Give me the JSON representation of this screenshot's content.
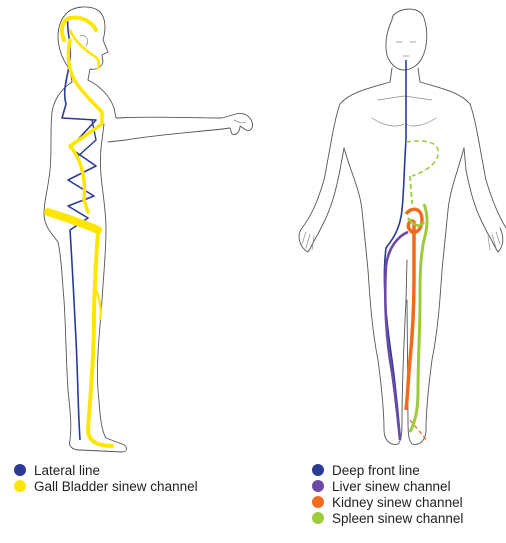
{
  "legend_left": [
    {
      "label": "Lateral line",
      "color": "#2b3a97"
    },
    {
      "label": "Gall Bladder sinew channel",
      "color": "#ffe600"
    }
  ],
  "legend_right": [
    {
      "label": "Deep front line",
      "color": "#2b3a97"
    },
    {
      "label": "Liver sinew channel",
      "color": "#6b4aa8"
    },
    {
      "label": "Kidney sinew channel",
      "color": "#f26b1d"
    },
    {
      "label": "Spleen sinew channel",
      "color": "#9ccc3c"
    }
  ]
}
